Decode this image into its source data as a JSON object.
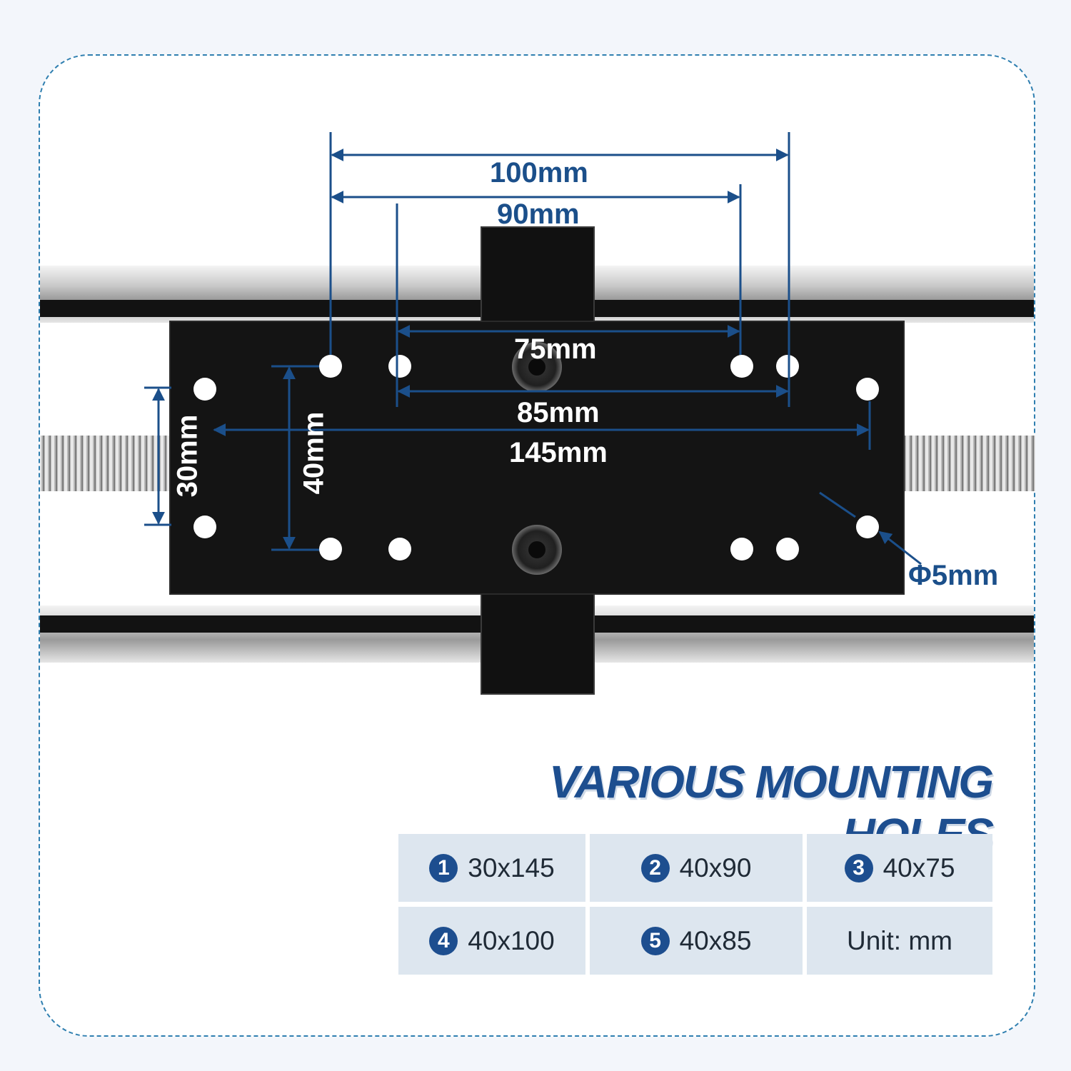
{
  "dimensions": {
    "width_100": "100mm",
    "width_90": "90mm",
    "width_75": "75mm",
    "width_85": "85mm",
    "width_145": "145mm",
    "height_30": "30mm",
    "height_40": "40mm",
    "hole_diameter": "Φ5mm"
  },
  "headline": "VARIOUS MOUNTING HOLES",
  "specs": [
    {
      "num": "1",
      "value": "30x145"
    },
    {
      "num": "2",
      "value": "40x90"
    },
    {
      "num": "3",
      "value": "40x75"
    },
    {
      "num": "4",
      "value": "40x100"
    },
    {
      "num": "5",
      "value": "40x85"
    }
  ],
  "unit": "Unit: mm",
  "colors": {
    "accent": "#1d4e8f",
    "dimension_line": "#1b4f8a",
    "plate": "#141414",
    "table_cell": "#dde6ef"
  }
}
